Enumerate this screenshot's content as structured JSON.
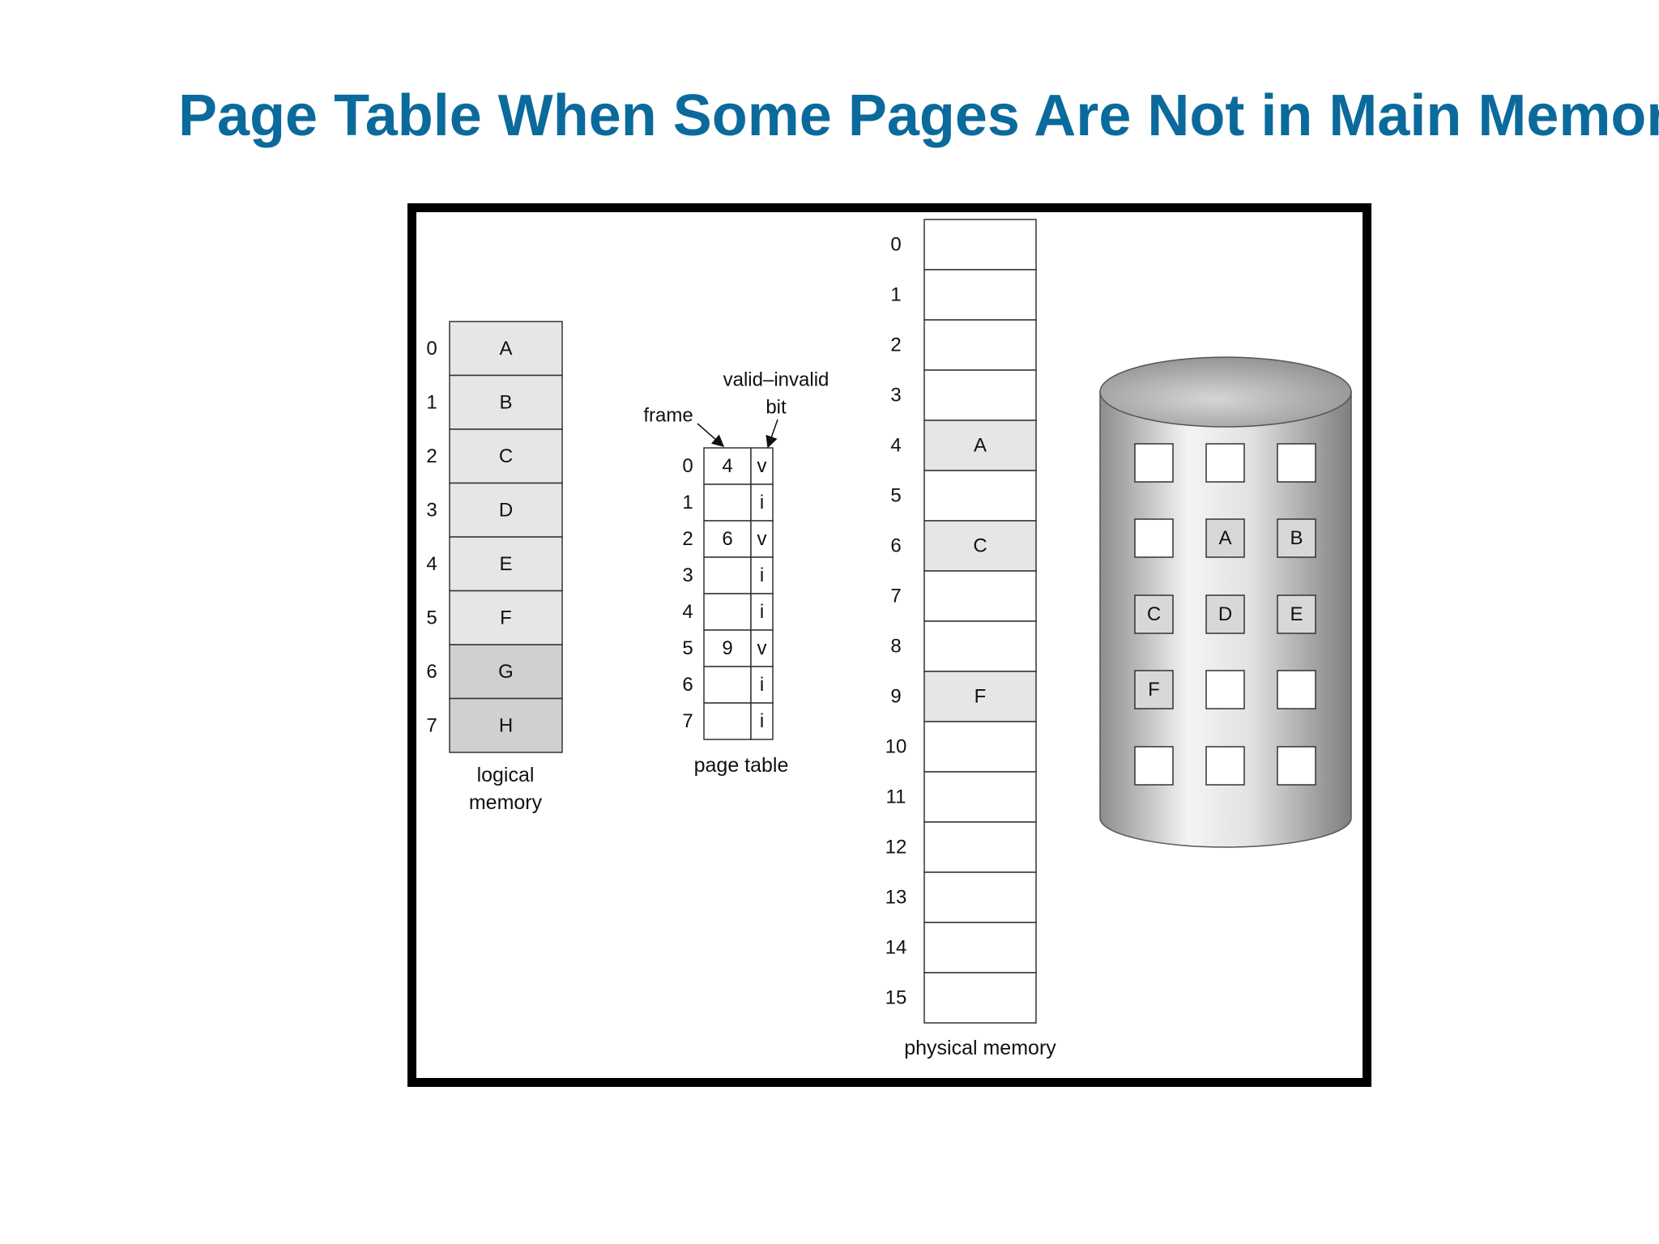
{
  "slide": {
    "title": "Page Table When Some Pages Are Not in Main Memory",
    "title_color": "#0b6a9c"
  },
  "logical_memory": {
    "caption_line1": "logical",
    "caption_line2": "memory",
    "pages": [
      {
        "index": "0",
        "label": "A",
        "shade": "#e6e6e6"
      },
      {
        "index": "1",
        "label": "B",
        "shade": "#e6e6e6"
      },
      {
        "index": "2",
        "label": "C",
        "shade": "#e6e6e6"
      },
      {
        "index": "3",
        "label": "D",
        "shade": "#e6e6e6"
      },
      {
        "index": "4",
        "label": "E",
        "shade": "#e6e6e6"
      },
      {
        "index": "5",
        "label": "F",
        "shade": "#e6e6e6"
      },
      {
        "index": "6",
        "label": "G",
        "shade": "#d0d0d0"
      },
      {
        "index": "7",
        "label": "H",
        "shade": "#d0d0d0"
      }
    ]
  },
  "page_table": {
    "caption": "page table",
    "frame_label": "frame",
    "valid_label_line1": "valid–invalid",
    "valid_label_line2": "bit",
    "entries": [
      {
        "index": "0",
        "frame": "4",
        "bit": "v"
      },
      {
        "index": "1",
        "frame": "",
        "bit": "i"
      },
      {
        "index": "2",
        "frame": "6",
        "bit": "v"
      },
      {
        "index": "3",
        "frame": "",
        "bit": "i"
      },
      {
        "index": "4",
        "frame": "",
        "bit": "i"
      },
      {
        "index": "5",
        "frame": "9",
        "bit": "v"
      },
      {
        "index": "6",
        "frame": "",
        "bit": "i"
      },
      {
        "index": "7",
        "frame": "",
        "bit": "i"
      }
    ]
  },
  "physical_memory": {
    "caption": "physical memory",
    "frames": [
      {
        "index": "0",
        "label": ""
      },
      {
        "index": "1",
        "label": ""
      },
      {
        "index": "2",
        "label": ""
      },
      {
        "index": "3",
        "label": ""
      },
      {
        "index": "4",
        "label": "A"
      },
      {
        "index": "5",
        "label": ""
      },
      {
        "index": "6",
        "label": "C"
      },
      {
        "index": "7",
        "label": ""
      },
      {
        "index": "8",
        "label": ""
      },
      {
        "index": "9",
        "label": "F"
      },
      {
        "index": "10",
        "label": ""
      },
      {
        "index": "11",
        "label": ""
      },
      {
        "index": "12",
        "label": ""
      },
      {
        "index": "13",
        "label": ""
      },
      {
        "index": "14",
        "label": ""
      },
      {
        "index": "15",
        "label": ""
      }
    ],
    "filled_shade": "#e6e6e6"
  },
  "disk": {
    "cells": [
      "",
      "",
      "",
      "",
      "A",
      "B",
      "C",
      "D",
      "E",
      "F",
      "",
      "",
      "",
      "",
      ""
    ],
    "filled_shade": "#d8d8d8"
  }
}
